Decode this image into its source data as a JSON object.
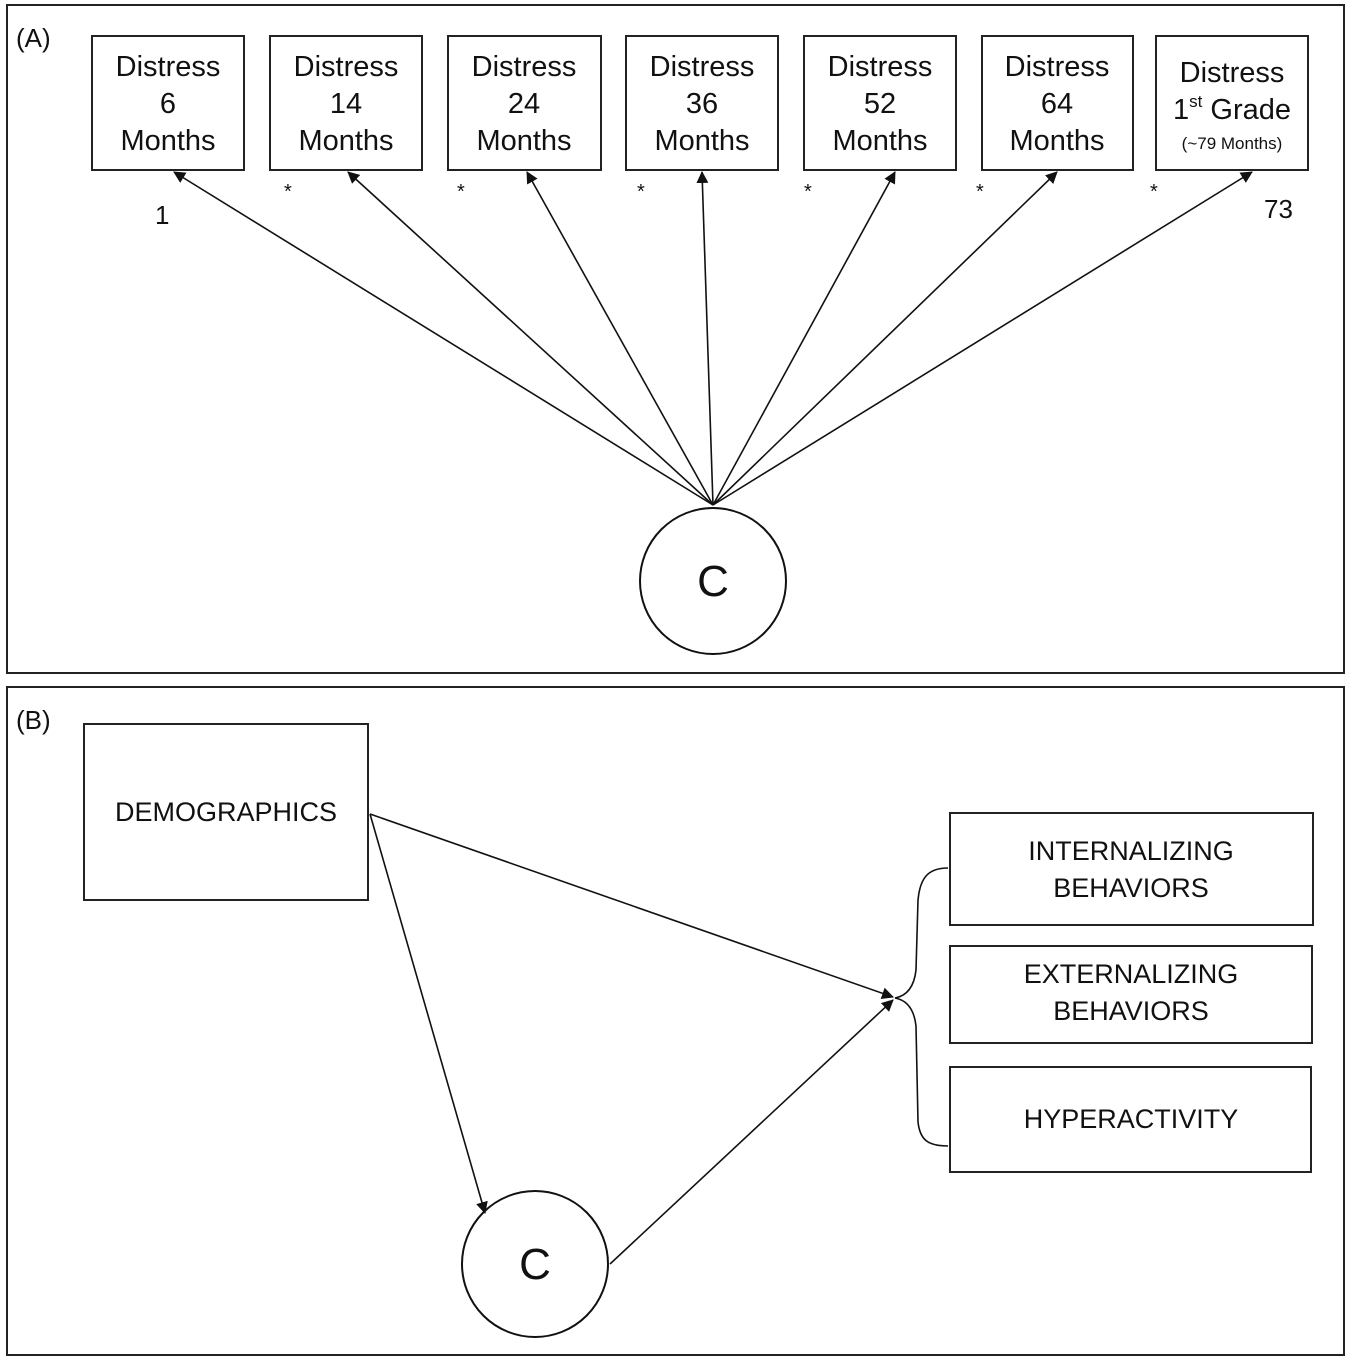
{
  "panel_a": {
    "label": "(A)",
    "indicators": [
      {
        "lines": [
          "Distress",
          "6",
          "Months"
        ]
      },
      {
        "lines": [
          "Distress",
          "14",
          "Months"
        ]
      },
      {
        "lines": [
          "Distress",
          "24",
          "Months"
        ]
      },
      {
        "lines": [
          "Distress",
          "36",
          "Months"
        ]
      },
      {
        "lines": [
          "Distress",
          "52",
          "Months"
        ]
      },
      {
        "lines": [
          "Distress",
          "64",
          "Months"
        ]
      },
      {
        "line1": "Distress",
        "line2_main": "1",
        "line2_sup": "st",
        "line2_rest": " Grade",
        "line3": "(~79 Months)"
      }
    ],
    "loading_first": "1",
    "loading_last": "73",
    "free_marker": "*",
    "latent": "C"
  },
  "panel_b": {
    "label": "(B)",
    "predictor": "DEMOGRAPHICS",
    "latent": "C",
    "outcomes": [
      {
        "lines": [
          "INTERNALIZING",
          "BEHAVIORS"
        ]
      },
      {
        "lines": [
          "EXTERNALIZING",
          "BEHAVIORS"
        ]
      },
      {
        "lines": [
          "HYPERACTIVITY"
        ]
      }
    ]
  }
}
